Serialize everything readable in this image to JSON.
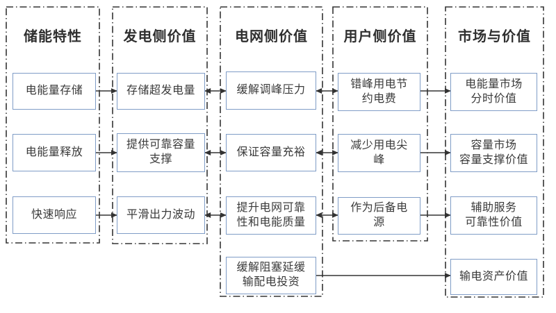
{
  "diagram": {
    "type": "flowchart",
    "language": "zh-CN",
    "columns": [
      {
        "id": "storage-characteristics",
        "title": "储能特性",
        "boxes": [
          "电能量存储",
          "电能量释放",
          "快速响应"
        ]
      },
      {
        "id": "generation-side-value",
        "title": "发电侧价值",
        "boxes": [
          "存储超发电量",
          "提供可靠容量\n支撑",
          "平滑出力波动"
        ]
      },
      {
        "id": "grid-side-value",
        "title": "电网侧价值",
        "boxes": [
          "缓解调峰压力",
          "保证容量充裕",
          "提升电网可靠\n性和电能质量",
          "缓解阻塞延缓\n输配电投资"
        ]
      },
      {
        "id": "user-side-value",
        "title": "用户侧价值",
        "boxes": [
          "错峰用电节\n约电费",
          "减少用电尖\n峰",
          "作为后备电\n源"
        ]
      },
      {
        "id": "market-and-value",
        "title": "市场与价值",
        "boxes": [
          "电能量市场\n分时价值",
          "容量市场\n容量支撑价值",
          "辅助服务\n可靠性价值",
          "输电资产价值"
        ]
      }
    ],
    "connections": [
      {
        "from": "电能量存储",
        "to": "存储超发电量",
        "type": "one-way"
      },
      {
        "from": "电能量释放",
        "to": "提供可靠容量支撑",
        "type": "one-way"
      },
      {
        "from": "快速响应",
        "to": "平滑出力波动",
        "type": "one-way"
      },
      {
        "from": "存储超发电量",
        "to": "缓解调峰压力",
        "type": "two-way"
      },
      {
        "from": "提供可靠容量支撑",
        "to": "保证容量充裕",
        "type": "two-way"
      },
      {
        "from": "平滑出力波动",
        "to": "提升电网可靠性和电能质量",
        "type": "two-way"
      },
      {
        "from": "缓解调峰压力",
        "to": "错峰用电节约电费",
        "type": "two-way"
      },
      {
        "from": "保证容量充裕",
        "to": "减少用电尖峰",
        "type": "two-way"
      },
      {
        "from": "提升电网可靠性和电能质量",
        "to": "作为后备电源",
        "type": "two-way"
      },
      {
        "from": "错峰用电节约电费",
        "to": "电能量市场分时价值",
        "type": "one-way"
      },
      {
        "from": "减少用电尖峰",
        "to": "容量市场容量支撑价值",
        "type": "one-way"
      },
      {
        "from": "作为后备电源",
        "to": "辅助服务可靠性价值",
        "type": "one-way"
      },
      {
        "from": "缓解阻塞延缓输配电投资",
        "to": "输电资产价值",
        "type": "one-way"
      }
    ],
    "colors": {
      "box_border": "#7f9cc6",
      "container_border": "#333333",
      "arrow": "#333333",
      "text": "#3a3a3a",
      "background": "#ffffff"
    }
  }
}
